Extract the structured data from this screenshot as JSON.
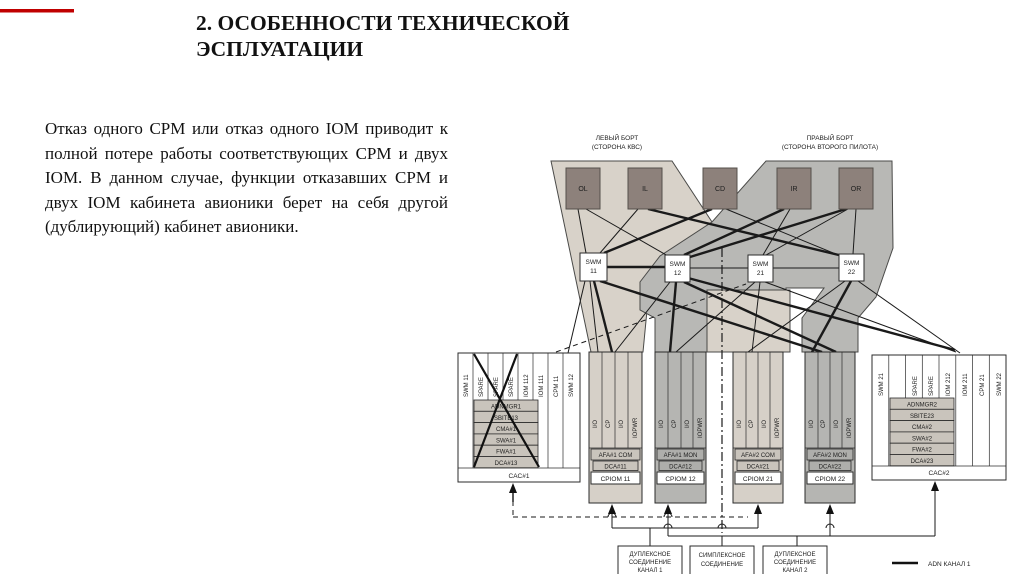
{
  "slide": {
    "accent_color": "#c00000",
    "title_line1": "2. ОСОБЕННОСТИ ТЕХНИЧЕСКОЙ",
    "title_line2": "ЭСПЛУАТАЦИИ",
    "body_text": "Отказ одного CPM или отказ одного IOM приводит к полной потере работы соответствующих CPM и двух IOM. В данном случае, функции отказавших CPM и двух IOM кабинета авионики берет на себя другой (дублирующий) кабинет авионики."
  },
  "d": {
    "left_header1": "ЛЕВЫЙ БОРТ",
    "left_header2": "(СТОРОНА КВС)",
    "right_header1": "ПРАВЫЙ БОРТ",
    "right_header2": "(СТОРОНА ВТОРОГО ПИЛОТА)",
    "displays": [
      "OL",
      "IL",
      "CD",
      "IR",
      "OR"
    ],
    "switches": [
      [
        "SWM",
        "11"
      ],
      [
        "SWM",
        "12"
      ],
      [
        "SWM",
        "21"
      ],
      [
        "SWM",
        "22"
      ]
    ],
    "cab1": {
      "slots": [
        "SWM 11",
        "SPARE",
        "SPARE",
        "SPARE",
        "IOM 112",
        "IOM 111",
        "CPM 11",
        "SWM 12"
      ],
      "modules": [
        "ADNMGR1",
        "SBITE13",
        "CMA#1",
        "SWA#1",
        "FWA#1",
        "DCA#13"
      ],
      "name": "CAC#1"
    },
    "cab2": {
      "slots": [
        "SWM 21",
        "",
        "SPARE",
        "SPARE",
        "IOM 212",
        "IOM 211",
        "CPM 21",
        "SWM 22"
      ],
      "modules": [
        "ADNMGR2",
        "SBITE23",
        "CMA#2",
        "SWA#2",
        "FWA#2",
        "DCA#23"
      ],
      "name": "CAC#2"
    },
    "towers": [
      {
        "s0": "I/O",
        "s1": "CP",
        "s2": "I/O",
        "s3": "IOPWR",
        "afa": "AFA#1 COM",
        "dca": "DCA#11",
        "name": "CPIOM  11"
      },
      {
        "s0": "I/O",
        "s1": "CP",
        "s2": "I/O",
        "s3": "IOPWR",
        "afa": "AFA#1 MON",
        "dca": "DCA#12",
        "name": "CPIOM  12"
      },
      {
        "s0": "I/O",
        "s1": "CP",
        "s2": "I/O",
        "s3": "IOPWR",
        "afa": "AFA#2 COM",
        "dca": "DCA#21",
        "name": "CPIOM  21"
      },
      {
        "s0": "I/O",
        "s1": "CP",
        "s2": "I/O",
        "s3": "IOPWR",
        "afa": "AFA#2 MON",
        "dca": "DCA#22",
        "name": "CPIOM  22"
      }
    ],
    "conn_boxes": [
      {
        "l1": "ДУПЛЕКСНОЕ",
        "l2": "СОЕДИНЕНИЕ",
        "l3": "КАНАЛ 1"
      },
      {
        "l1": "СИМПЛЕКСНОЕ",
        "l2": "СОЕДИНЕНИЕ",
        "l3": ""
      },
      {
        "l1": "ДУПЛЕКСНОЕ",
        "l2": "СОЕДИНЕНИЕ",
        "l3": "КАНАЛ 2"
      }
    ],
    "legend": {
      "style": "solid-line",
      "label": "ADN КАНАЛ 1"
    },
    "colors": {
      "left_zone": "#d8d2c9",
      "right_zone": "#b8b8b5",
      "display_fill": "#8d817b",
      "tower_light": "#d6d0c8",
      "tower_dark": "#b5b5b2"
    }
  }
}
